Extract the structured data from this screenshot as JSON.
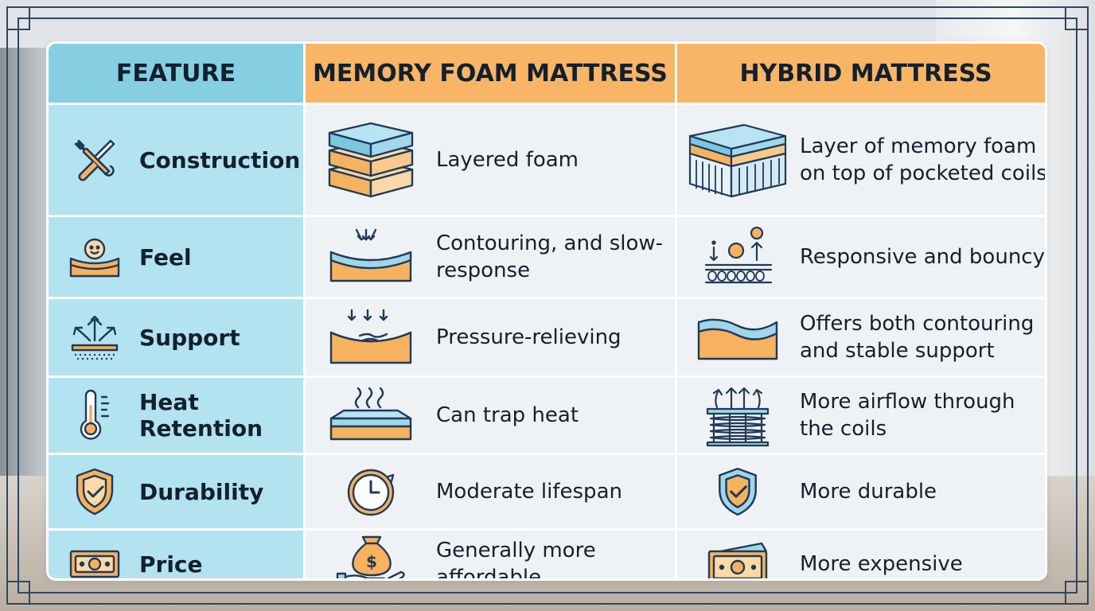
{
  "headers": {
    "feature": "FEATURE",
    "memory": "MEMORY FOAM MATTRESS",
    "hybrid": "HYBRID MATTRESS"
  },
  "rows": [
    {
      "feature": "Construction",
      "feature_icon": "tools-icon",
      "memory": "Layered foam",
      "memory_icon": "foam-layers-icon",
      "hybrid": "Layer of memory foam on top of pocketed coils",
      "hybrid_icon": "hybrid-coils-icon"
    },
    {
      "feature": "Feel",
      "feature_icon": "smile-mattress-icon",
      "memory": "Contouring, and slow-response",
      "memory_icon": "contour-arrows-icon",
      "hybrid": "Responsive and bouncy",
      "hybrid_icon": "bounce-icon"
    },
    {
      "feature": "Support",
      "feature_icon": "support-arrows-icon",
      "memory": "Pressure-relieving",
      "memory_icon": "pressure-relief-icon",
      "hybrid": "Offers both contouring and stable support",
      "hybrid_icon": "stable-support-icon"
    },
    {
      "feature": "Heat Retention",
      "feature_icon": "thermometer-icon",
      "memory": "Can trap heat",
      "memory_icon": "heat-waves-icon",
      "hybrid": "More airflow through the coils",
      "hybrid_icon": "airflow-coils-icon"
    },
    {
      "feature": "Durability",
      "feature_icon": "shield-check-icon",
      "memory": "Moderate lifespan",
      "memory_icon": "clock-icon",
      "hybrid": "More durable",
      "hybrid_icon": "shield-check-icon"
    },
    {
      "feature": "Price",
      "feature_icon": "money-bill-icon",
      "memory": "Generally more affordable",
      "memory_icon": "money-bag-hand-icon",
      "hybrid": "More expensive",
      "hybrid_icon": "money-stack-icon"
    }
  ],
  "colors": {
    "header_feature": "#86cfe3",
    "header_product": "#f8b566",
    "feature_cell": "#ade0ef",
    "icon_stroke": "#1f3a5a",
    "icon_orange": "#f6b25e",
    "icon_blue": "#9fd6ea",
    "frame": "#2c4766"
  }
}
